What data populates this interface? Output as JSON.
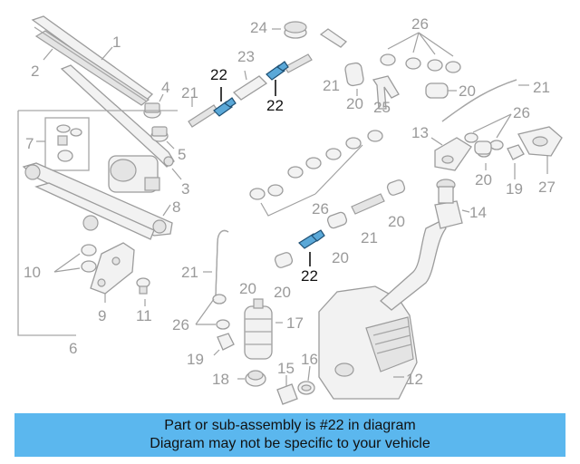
{
  "callouts": {
    "n1": "1",
    "n2": "2",
    "n3": "3",
    "n4": "4",
    "n5": "5",
    "n6": "6",
    "n7": "7",
    "n8": "8",
    "n9": "9",
    "n10": "10",
    "n11": "11",
    "n12": "12",
    "n13": "13",
    "n14": "14",
    "n15": "15",
    "n16": "16",
    "n17": "17",
    "n18": "18",
    "n19": "19",
    "n20": "20",
    "n21": "21",
    "n22": "22",
    "n23": "23",
    "n24": "24",
    "n25": "25",
    "n26": "26",
    "n27": "27"
  },
  "banner": {
    "line1": "Part or sub-assembly is #22 in diagram",
    "line2": "Diagram may not be specific to your vehicle"
  },
  "colors": {
    "highlight": "#5aa8d8",
    "banner": "#5bb7ee"
  }
}
